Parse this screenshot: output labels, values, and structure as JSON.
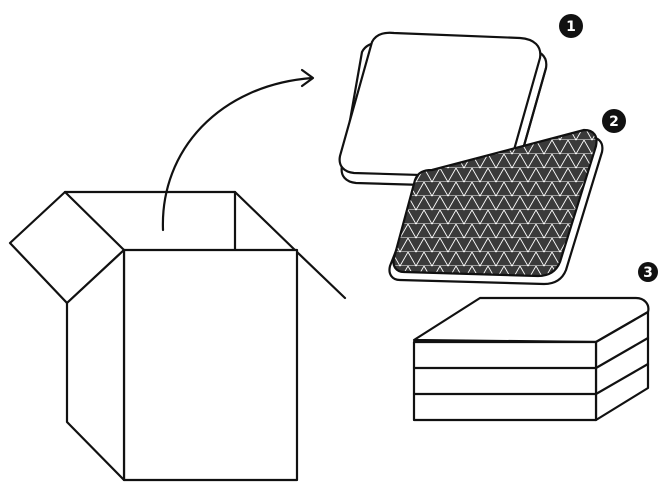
{
  "steps": [
    {
      "id": "step-1",
      "label": "1"
    },
    {
      "id": "step-2",
      "label": "2"
    },
    {
      "id": "step-3",
      "label": "3"
    }
  ],
  "colors": {
    "stroke": "#111111",
    "background": "#ffffff",
    "mesh_fill": "#3a3a3a"
  },
  "icons": [
    "open-box-icon",
    "arrow-icon",
    "top-pad-icon",
    "mesh-pad-icon",
    "stacked-pads-icon"
  ]
}
